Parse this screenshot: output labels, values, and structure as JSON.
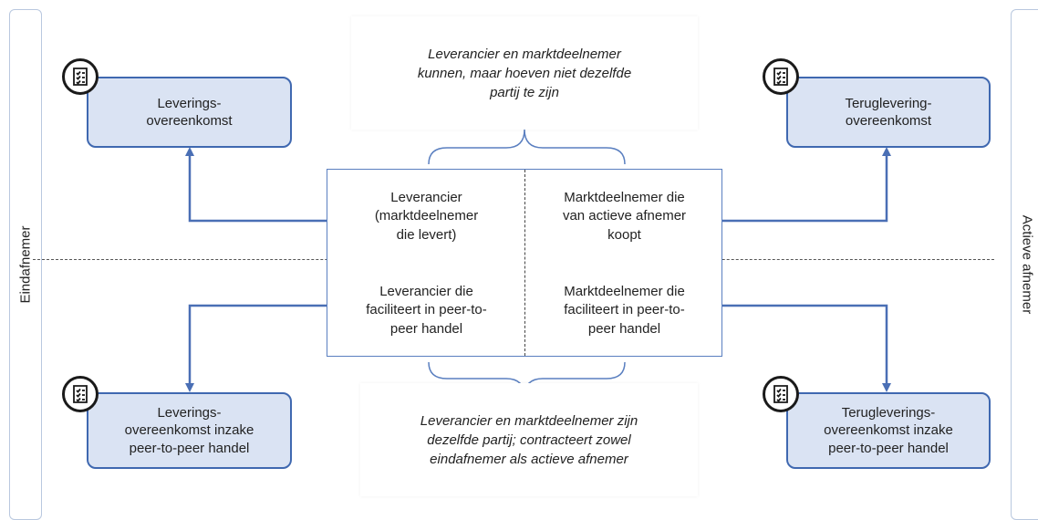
{
  "side_left": "Eindafnemer",
  "side_right": "Actieve afnemer",
  "boxes": {
    "top_left": "Leverings-\novereenkomst",
    "top_right": "Teruglevering-\novereenkomst",
    "bottom_left": "Leverings-\novereenkomst inzake\npeer-to-peer handel",
    "bottom_right": "Terugleverings-\novereenkomst inzake\npeer-to-peer handel"
  },
  "notes": {
    "top": "Leverancier en marktdeelnemer\nkunnen, maar hoeven niet dezelfde\npartij te zijn",
    "bottom": "Leverancier en marktdeelnemer zijn\ndezelfde partij; contracteert zowel\neindafnemer als actieve afnemer"
  },
  "table": {
    "top_left": "Leverancier\n(marktdeelnemer\ndie levert)",
    "top_right": "Marktdeelnemer die\nvan actieve afnemer\nkoopt",
    "bottom_left": "Leverancier die\nfaciliteert in peer-to-\npeer handel",
    "bottom_right": "Marktdeelnemer die\nfaciliteert in peer-to-\npeer handel"
  },
  "colors": {
    "arrow": "#4a6fb5",
    "box_fill": "#dae3f3",
    "box_border": "#3f68b0"
  },
  "icons": [
    "contract-document-icon"
  ]
}
